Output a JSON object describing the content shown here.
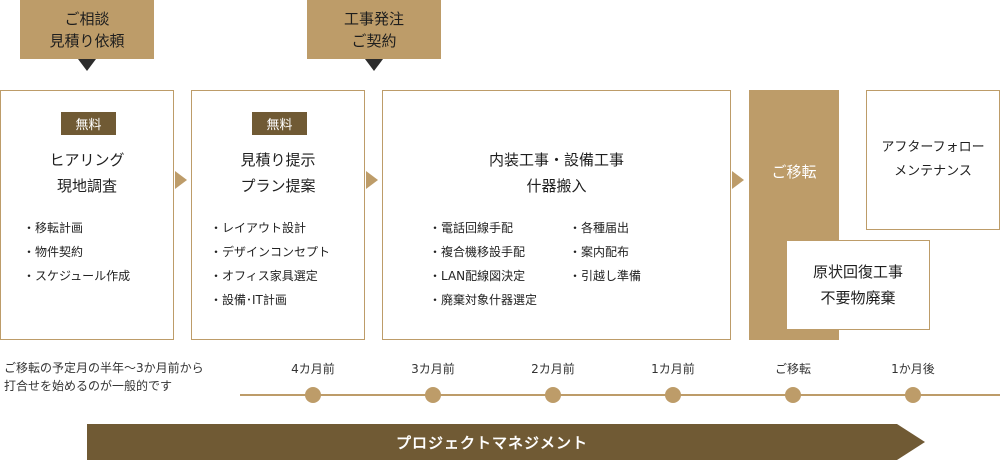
{
  "milestones": [
    {
      "line1": "ご相談",
      "line2": "見積り依頼"
    },
    {
      "line1": "工事発注",
      "line2": "ご契約"
    }
  ],
  "steps": [
    {
      "badge": "無料",
      "title_line1": "ヒアリング",
      "title_line2": "現地調査",
      "items": [
        "移転計画",
        "物件契約",
        "スケジュール作成"
      ]
    },
    {
      "badge": "無料",
      "title_line1": "見積り提示",
      "title_line2": "プラン提案",
      "items": [
        "レイアウト設計",
        "デザインコンセプト",
        "オフィス家具選定",
        "設備･IT計画"
      ]
    },
    {
      "title_line1": "内装工事・設備工事",
      "title_line2": "什器搬入",
      "items_left": [
        "電話回線手配",
        "複合機移設手配",
        "LAN配線図決定",
        "廃棄対象什器選定"
      ],
      "items_right": [
        "各種届出",
        "案内配布",
        "引越し準備"
      ]
    }
  ],
  "move": {
    "label": "ご移転"
  },
  "after_follow": {
    "line1": "アフターフォロー",
    "line2": "メンテナンス"
  },
  "restoration": {
    "line1": "原状回復工事",
    "line2": "不要物廃棄"
  },
  "note": {
    "line1": "ご移転の予定月の半年〜3か月前から",
    "line2": "打合せを始めるのが一般的です"
  },
  "timeline": {
    "ticks": [
      "4カ月前",
      "3カ月前",
      "2カ月前",
      "1カ月前",
      "ご移転",
      "1か月後"
    ]
  },
  "project_management": {
    "label": "プロジェクトマネジメント"
  },
  "colors": {
    "gold": "#bd9c69",
    "brown": "#705a34",
    "dark_arrow": "#2c2c2c"
  }
}
